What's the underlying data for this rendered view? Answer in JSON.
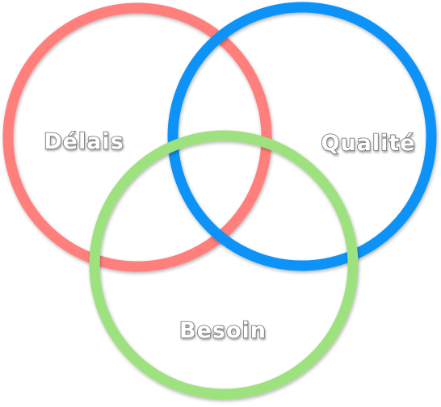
{
  "diagram": {
    "type": "venn",
    "sets": [
      {
        "id": "delais",
        "label": "Délais",
        "color": "#ff7f7c"
      },
      {
        "id": "qualite",
        "label": "Qualité",
        "color": "#0d92f7"
      },
      {
        "id": "besoin",
        "label": "Besoin",
        "color": "#9de27e"
      }
    ]
  }
}
